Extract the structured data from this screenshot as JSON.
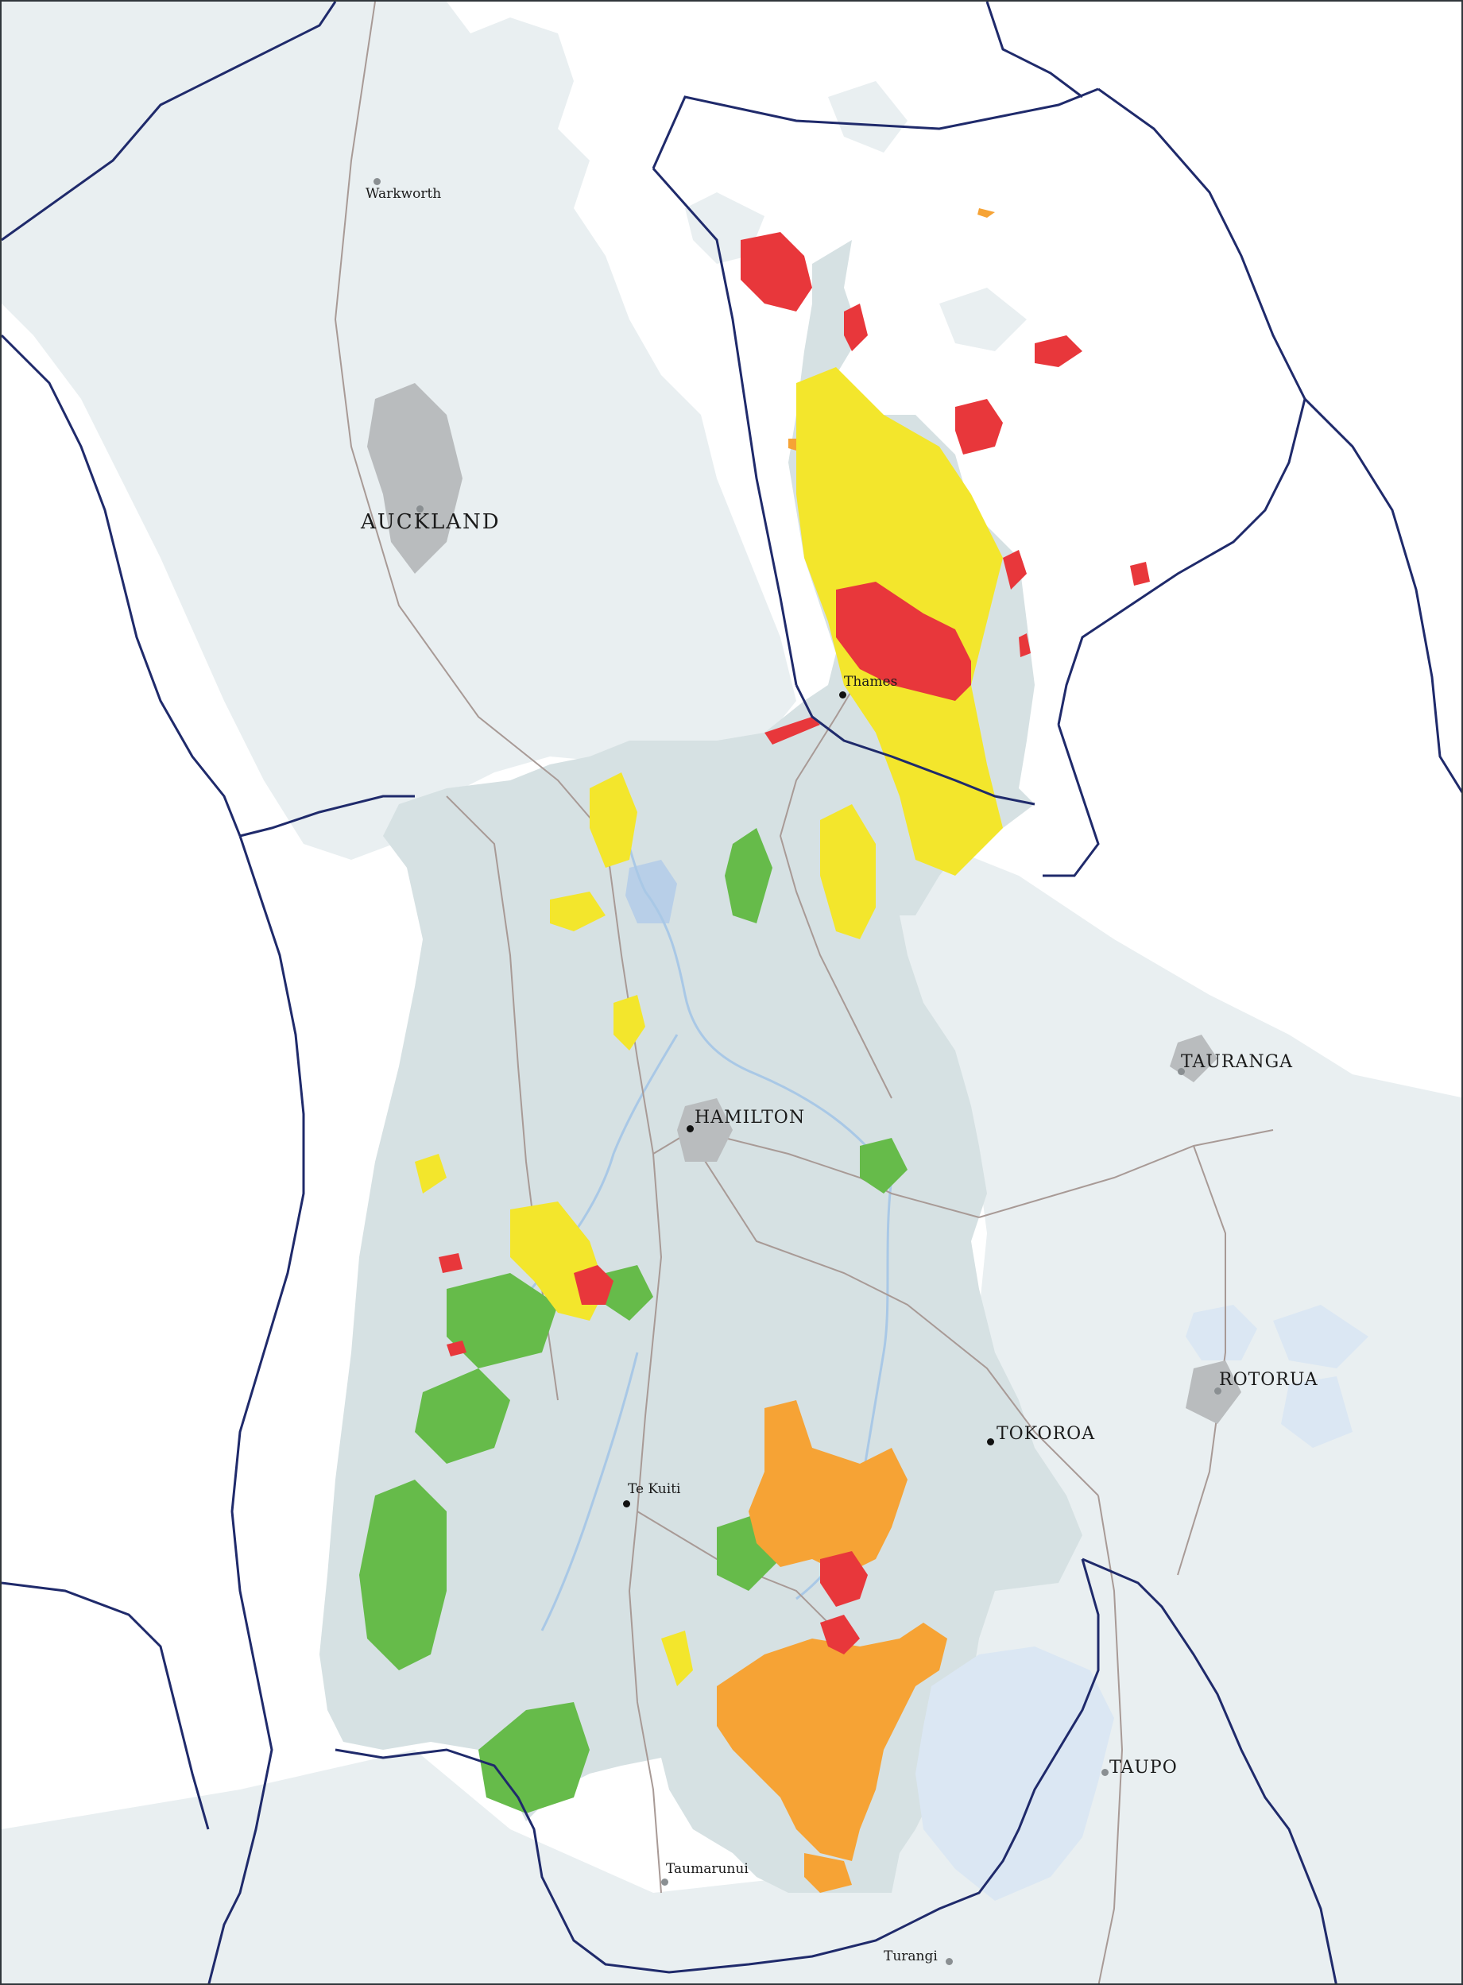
{
  "map": {
    "colors": {
      "sea": "#ffffff",
      "land_context": "#e9eff1",
      "region": "#d6e1e3",
      "boundary": "#1f2a6b",
      "road": "#a89a96",
      "river": "#a9c8e6",
      "lake": "#b8cfe8",
      "urban": "#b9bcbe",
      "green": "#66bb4a",
      "yellow": "#f3e62c",
      "orange": "#f6a335",
      "red": "#e8373b"
    },
    "places": [
      {
        "id": "warkworth",
        "name": "Warkworth",
        "dot": "grey"
      },
      {
        "id": "auckland",
        "name": "AUCKLAND",
        "dot": "grey"
      },
      {
        "id": "thames",
        "name": "Thames",
        "dot": "black"
      },
      {
        "id": "tauranga",
        "name": "TAURANGA",
        "dot": "grey"
      },
      {
        "id": "hamilton",
        "name": "HAMILTON",
        "dot": "black"
      },
      {
        "id": "rotorua",
        "name": "ROTORUA",
        "dot": "grey"
      },
      {
        "id": "tokoroa",
        "name": "TOKOROA",
        "dot": "black"
      },
      {
        "id": "te-kuiti",
        "name": "Te Kuiti",
        "dot": "black"
      },
      {
        "id": "taupo",
        "name": "TAUPO",
        "dot": "grey"
      },
      {
        "id": "taumarunui",
        "name": "Taumarunui",
        "dot": "grey"
      },
      {
        "id": "turangi",
        "name": "Turangi",
        "dot": "grey"
      }
    ]
  }
}
